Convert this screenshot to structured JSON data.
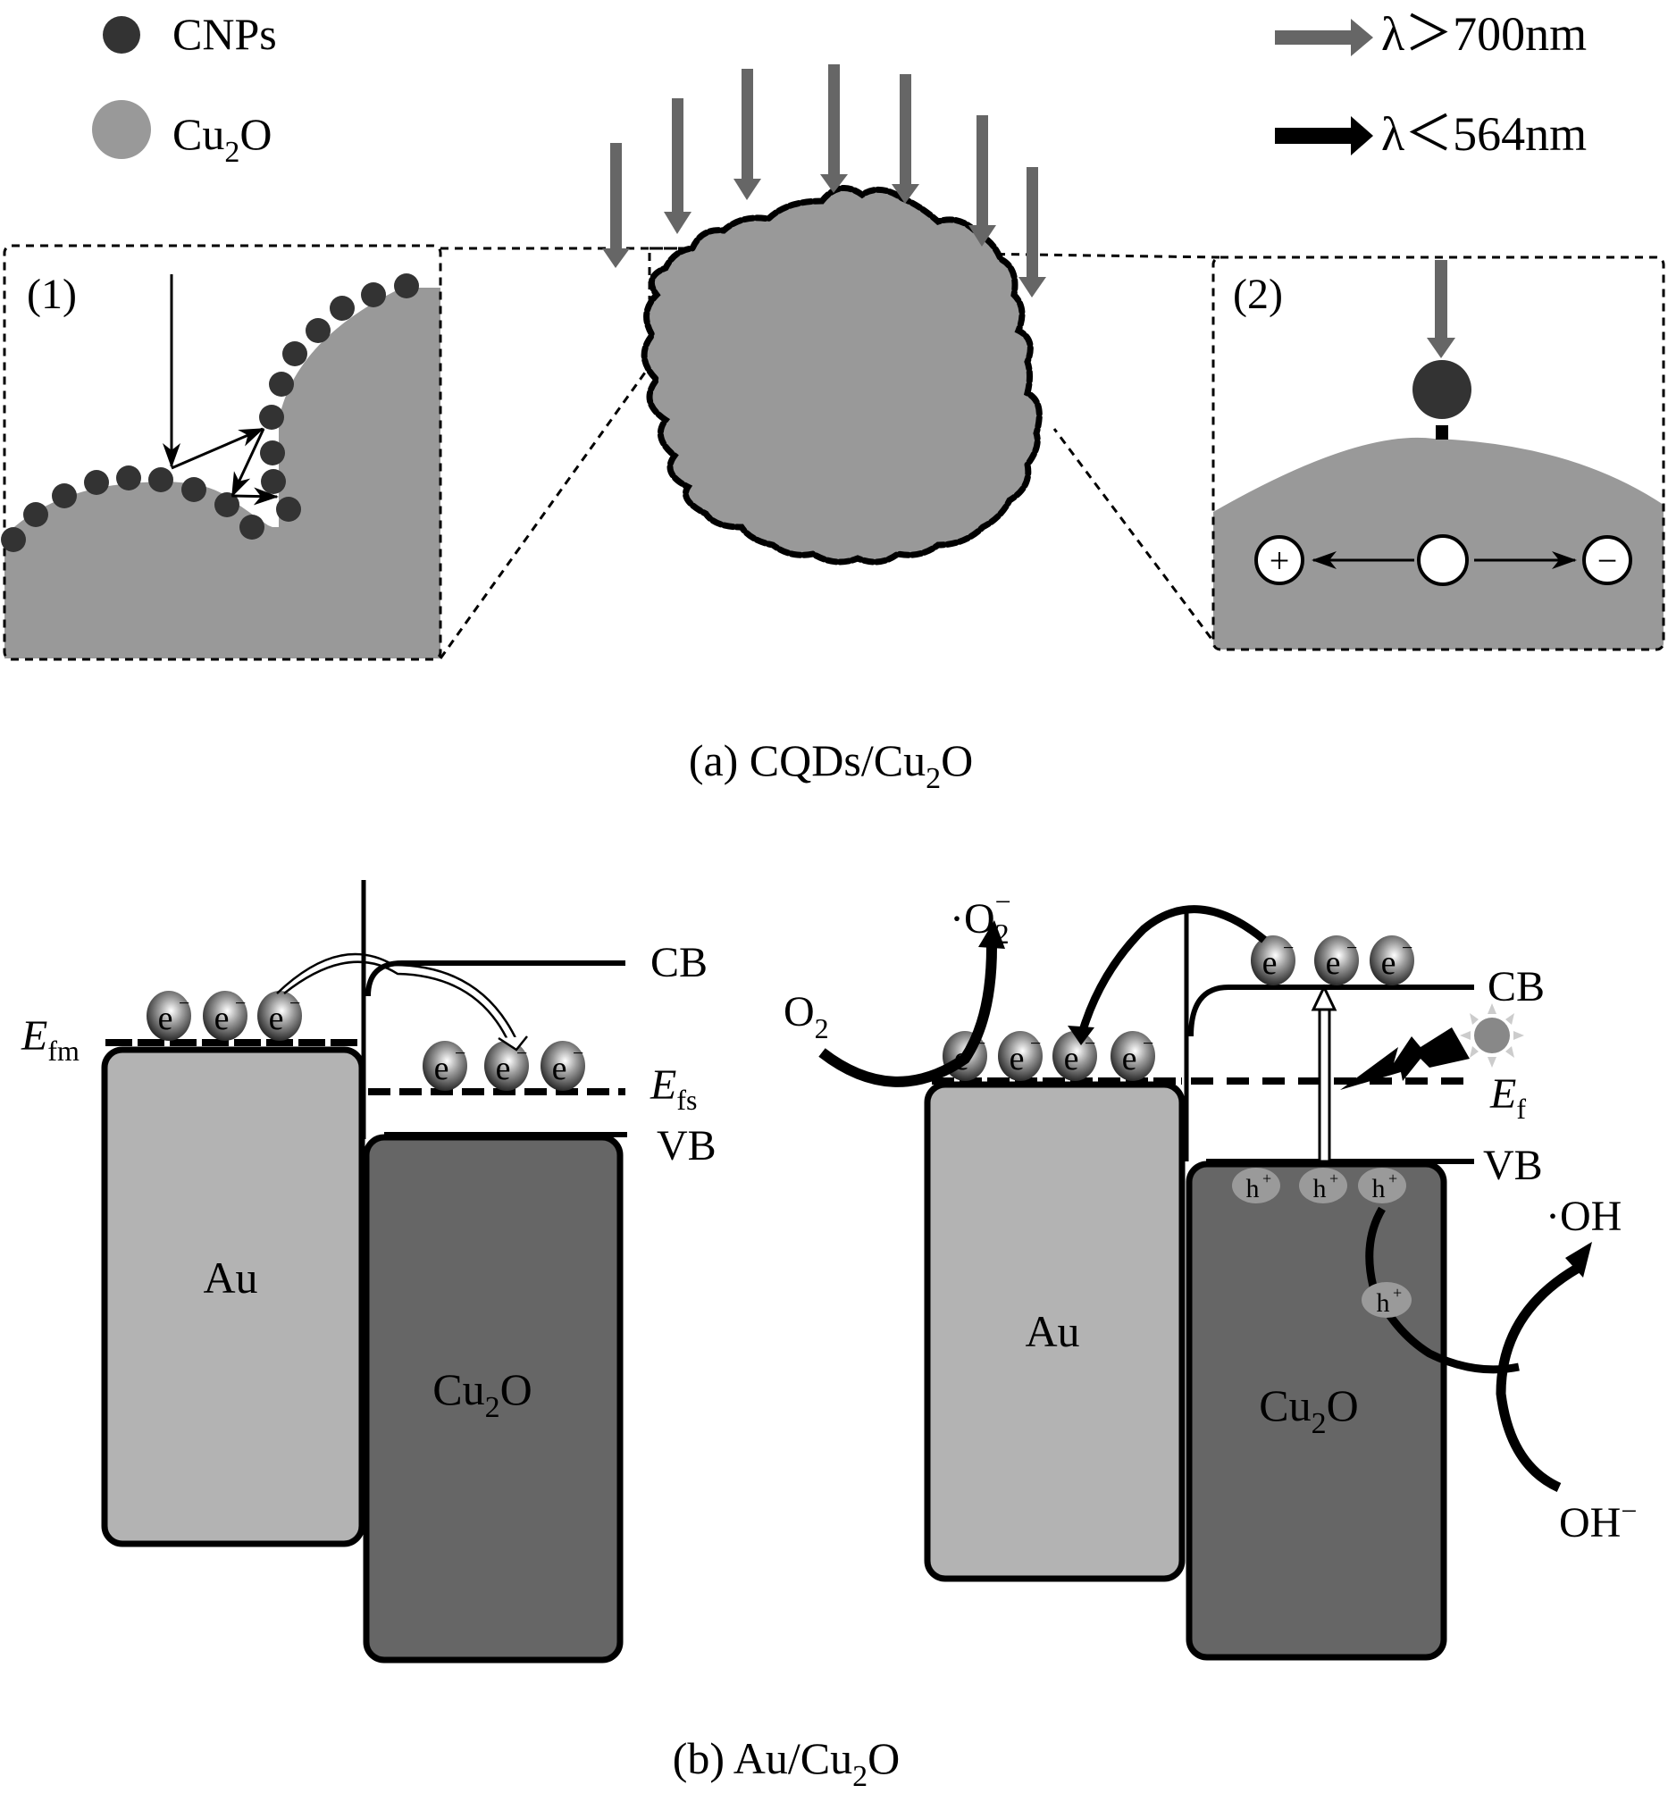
{
  "legend": {
    "cnps_label": "CNPs",
    "cu2o_label_main": "Cu",
    "cu2o_label_sub": "2",
    "cu2o_label_tail": "O",
    "arrow_long_label": "λ＞700nm",
    "arrow_short_label": "λ＜564nm",
    "colors": {
      "cnps": "#333333",
      "cu2o": "#999999",
      "arrow_long": "#666666",
      "arrow_short": "#000000"
    }
  },
  "panel_a": {
    "caption_main": "(a) CQDs/Cu",
    "caption_sub": "2",
    "caption_tail": "O",
    "inset1_label": "(1)",
    "inset2_label": "(2)",
    "inset2_plus": "+",
    "inset2_minus": "−"
  },
  "panel_b": {
    "caption_main": "(b) Au/Cu",
    "caption_sub": "2",
    "caption_tail": "O",
    "left": {
      "metal_label": "Au",
      "semi_label_main": "Cu",
      "semi_label_sub": "2",
      "semi_label_tail": "O",
      "cb_label": "CB",
      "vb_label": "VB",
      "efm_main": "E",
      "efm_sub": "fm",
      "efs_main": "E",
      "efs_sub": "fs",
      "electron": "e",
      "electron_charge": "−"
    },
    "right": {
      "metal_label": "Au",
      "semi_label_main": "Cu",
      "semi_label_sub": "2",
      "semi_label_tail": "O",
      "cb_label": "CB",
      "vb_label": "VB",
      "ef_main": "E",
      "ef_sub": "f",
      "electron": "e",
      "electron_charge": "−",
      "hole": "h",
      "hole_charge": "+",
      "o2_main": "O",
      "o2_sub": "2",
      "superoxide_main": "·O",
      "superoxide_sub": "2",
      "superoxide_sup": "−",
      "oh_radical": "·OH",
      "hydroxide_main": "OH",
      "hydroxide_sup": "−"
    },
    "colors": {
      "metal": "#b3b3b3",
      "semiconductor": "#666666",
      "hole": "#9a9a9a"
    }
  }
}
